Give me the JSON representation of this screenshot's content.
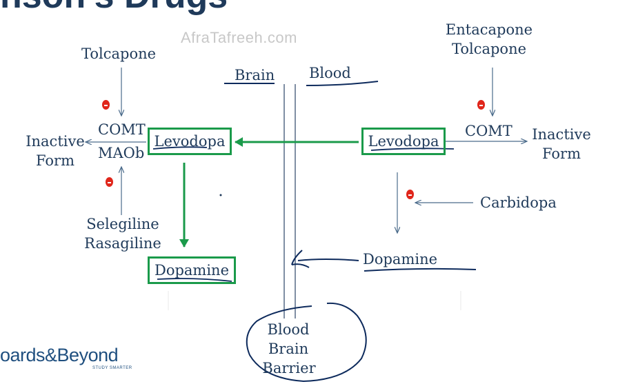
{
  "title_fragment": "nson's Drugs",
  "watermark": "AfraTafreeh.com",
  "brand": {
    "name": "oards&Beyond",
    "tagline": "STUDY SMARTER"
  },
  "regions": {
    "brain": "Brain",
    "blood": "Blood"
  },
  "barrier": {
    "line1": "Blood",
    "line2": "Brain",
    "line3": "Barrier"
  },
  "left": {
    "inhibitor_top": "Tolcapone",
    "enzyme1": "COMT",
    "enzyme2": "MAOb",
    "inactive_line1": "Inactive",
    "inactive_line2": "Form",
    "inhibitor_bottom_1": "Selegiline",
    "inhibitor_bottom_2": "Rasagiline",
    "drug": "Levodopa",
    "product": "Dopamine"
  },
  "right": {
    "inhibitor_top_1": "Entacapone",
    "inhibitor_top_2": "Tolcapone",
    "enzyme": "COMT",
    "inactive_line1": "Inactive",
    "inactive_line2": "Form",
    "drug": "Levodopa",
    "inhibitor_mid": "Carbidopa",
    "product": "Dopamine"
  },
  "colors": {
    "text": "#1f3a5a",
    "arrow": "#4a6a8a",
    "green": "#1a9a4a",
    "inhibit": "#e0261b",
    "ink": "#0d2a5c"
  }
}
